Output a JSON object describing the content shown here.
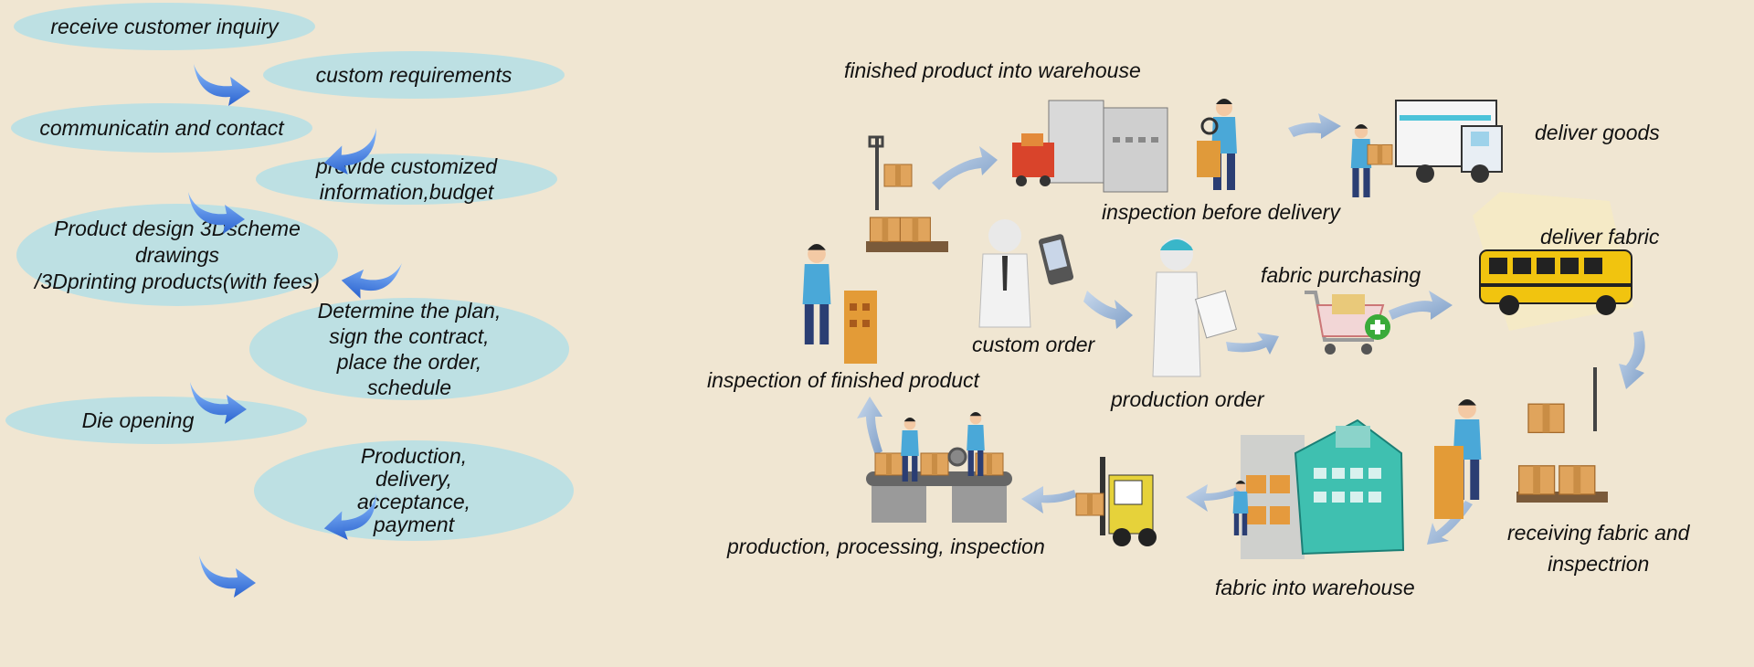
{
  "left_steps": [
    "receive customer inquiry",
    "custom requirements",
    "communicatin and contact",
    "provide customized\ninformation,budget",
    "Product design 3Dscheme drawings\n/3Dprinting products(with fees)",
    "Determine the plan,\nsign the contract,\nplace the order,\nschedule",
    "Die opening",
    "Production,\ndelivery,\nacceptance,\npayment"
  ],
  "cycle_labels": {
    "finished_warehouse": "finished product into warehouse",
    "deliver_goods": "deliver goods",
    "inspection_delivery": "inspection before delivery",
    "deliver_fabric": "deliver fabric",
    "fabric_purchasing": "fabric purchasing",
    "custom_order": "custom order",
    "inspection_finished": "inspection of finished product",
    "production_order": "production order",
    "receiving_fabric": "receiving fabric and\ninspectrion",
    "production_processing": "production, processing, inspection",
    "fabric_warehouse": "fabric into warehouse"
  },
  "colors": {
    "background": "#f0e6d2",
    "ellipse": "#bde0e3",
    "arrow_blue": "#3b7fe0",
    "cycle_arrow": "#9fb8d8"
  }
}
